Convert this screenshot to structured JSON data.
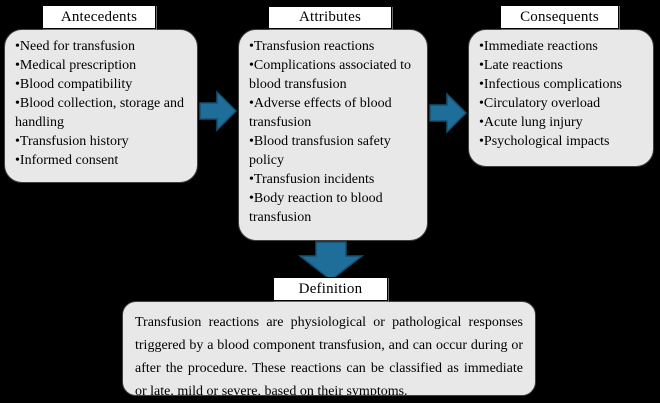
{
  "colors": {
    "background": "#000000",
    "text": "#000000",
    "title_fill": "#ffffff",
    "title_border": "#000000",
    "box_fill": "#e8e8e8",
    "box_border": "#3f3f3f",
    "arrow_fill": "#1f6d99",
    "arrow_stroke": "#14506f"
  },
  "columns": [
    {
      "title": "Antecedents",
      "items": [
        "Need for transfusion",
        "Medical prescription",
        "Blood compatibility",
        "Blood collection, storage and handling",
        "Transfusion history",
        "Informed consent"
      ]
    },
    {
      "title": "Attributes",
      "items": [
        "Transfusion reactions",
        "Complications associated to blood transfusion",
        "Adverse effects of blood transfusion",
        "Blood transfusion safety policy",
        "Transfusion incidents",
        "Body reaction to blood transfusion"
      ]
    },
    {
      "title": "Consequents",
      "items": [
        "Immediate reactions",
        "Late reactions",
        "Infectious complications",
        "Circulatory overload",
        "Acute lung injury",
        "Psychological impacts"
      ]
    }
  ],
  "definition": {
    "title": "Definition",
    "text": "Transfusion reactions are physiological or pathological responses triggered by a blood component transfusion, and can occur during or after the procedure. These reactions can be classified as immediate or late, mild or severe, based on their symptoms."
  }
}
